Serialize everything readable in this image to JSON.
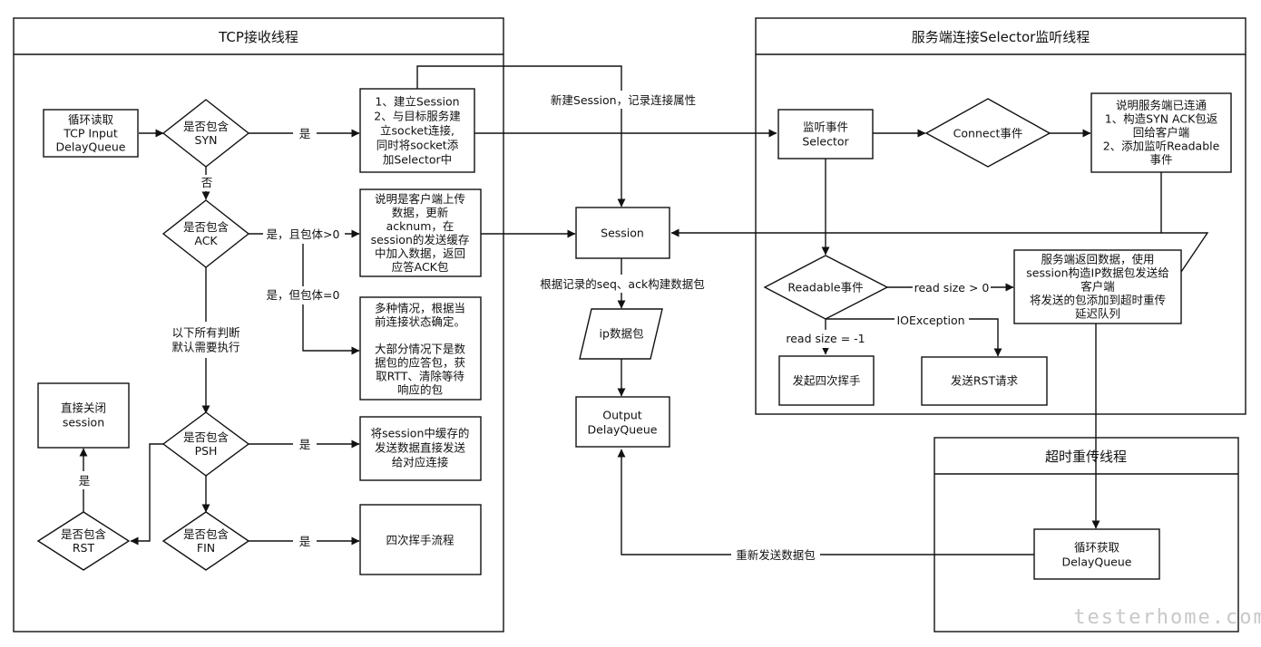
{
  "lanes": {
    "tcp": "TCP接收线程",
    "selector": "服务端连接Selector监听线程",
    "timeout": "超时重传线程"
  },
  "nodes": {
    "loop_read": [
      "循环读取",
      "TCP Input",
      "DelayQueue"
    ],
    "has_syn": [
      "是否包含",
      "SYN"
    ],
    "create_session": [
      "1、建立Session",
      "2、与目标服务建",
      "立socket连接,",
      "同时将socket添",
      "加Selector中"
    ],
    "has_ack": [
      "是否包含",
      "ACK"
    ],
    "client_upload": [
      "说明是客户端上传",
      "数据，更新",
      "acknum，在",
      "session的发送缓存",
      "中加入数据，返回",
      "应答ACK包"
    ],
    "various": [
      "多种情况，根据当",
      "前连接状态确定。",
      "",
      "大部分情况下是数",
      "据包的应答包，获",
      "取RTT、清除等待",
      "响应的包"
    ],
    "close_session": [
      "直接关闭",
      "session"
    ],
    "has_psh": [
      "是否包含",
      "PSH"
    ],
    "send_cached": [
      "将session中缓存的",
      "发送数据直接发送",
      "给对应连接"
    ],
    "has_rst": [
      "是否包含",
      "RST"
    ],
    "has_fin": [
      "是否包含",
      "FIN"
    ],
    "four_wave_flow": [
      "四次挥手流程"
    ],
    "session": [
      "Session"
    ],
    "ip_packet": [
      "ip数据包"
    ],
    "output_queue": [
      "Output",
      "DelayQueue"
    ],
    "listen_selector": [
      "监听事件",
      "Selector"
    ],
    "connect_event": [
      "Connect事件"
    ],
    "server_connected": [
      "说明服务端已连通",
      "1、构造SYN ACK包返",
      "回给客户端",
      "2、添加监听Readable",
      "事件"
    ],
    "readable_event": [
      "Readable事件"
    ],
    "server_return": [
      "服务端返回数据，使用",
      "session构造IP数据包发送给",
      "客户端",
      "将发送的包添加到超时重传",
      "延迟队列"
    ],
    "initiate_wave": [
      "发起四次挥手"
    ],
    "send_rst": [
      "发送RST请求"
    ],
    "loop_fetch": [
      "循环获取",
      "DelayQueue"
    ]
  },
  "labels": {
    "yes_syn": "是",
    "no_syn": "否",
    "yes_body": "是，且包体>0",
    "yes_nobody": "是，但包体=0",
    "default_exec": [
      "以下所有判断",
      "默认需要执行"
    ],
    "yes_psh": "是",
    "yes_fin": "是",
    "yes_rst": "是",
    "new_session": "新建Session，记录连接属性",
    "build_packet": "根据记录的seq、ack构建数据包",
    "read_gt0": "read size > 0",
    "read_eq": "read size = -1",
    "io_exception": "IOException",
    "resend": "重新发送数据包"
  },
  "watermark": "testerhome.com"
}
